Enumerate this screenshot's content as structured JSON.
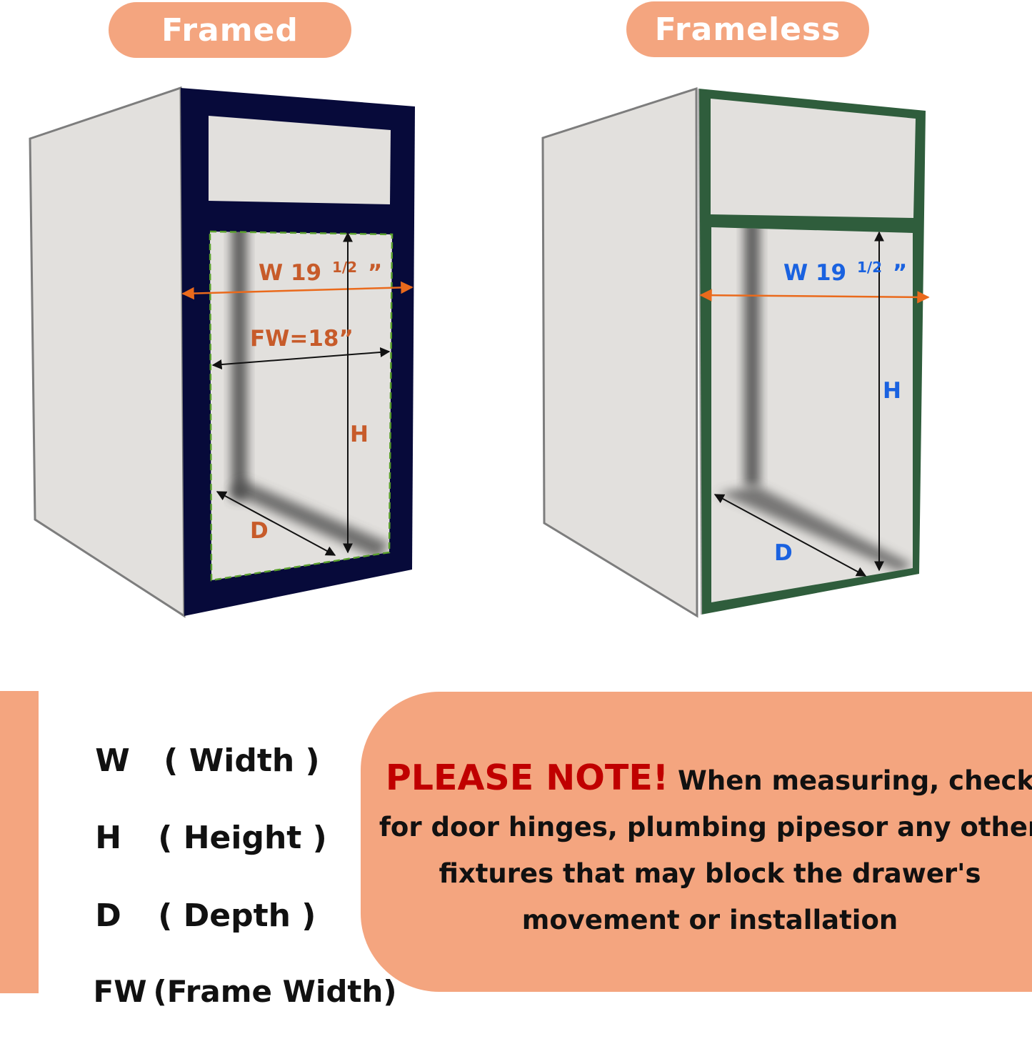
{
  "colors": {
    "accent": "#f4a57f",
    "framed_border": "#070a3a",
    "frameless_border": "#2f5d3c",
    "opening_dash": "#5aa02c",
    "cabinet_face": "#e2e0dd",
    "framed_label": "#c75b2a",
    "frameless_label": "#1a62e0",
    "arrow_orange": "#ea6a1c",
    "warning_red": "#c00000"
  },
  "framed": {
    "title": "Framed",
    "width_label": "W 19",
    "width_fraction": "1/2",
    "width_unit": "”",
    "frame_width_label": "FW=18”",
    "height_label": "H",
    "depth_label": "D"
  },
  "frameless": {
    "title": "Frameless",
    "width_label": "W 19",
    "width_fraction": "1/2",
    "width_unit": "”",
    "height_label": "H",
    "depth_label": "D"
  },
  "legend": [
    {
      "abbr": "W",
      "desc": "( Width )"
    },
    {
      "abbr": "H",
      "desc": "( Height )"
    },
    {
      "abbr": "D",
      "desc": "( Depth )"
    },
    {
      "abbr": "FW",
      "desc": "(Frame Width)"
    }
  ],
  "note": {
    "heading": "PLEASE NOTE!",
    "body": " When measuring, check for door hinges, plumbing pipesor any other fixtures that may block the drawer's movement or installation"
  }
}
